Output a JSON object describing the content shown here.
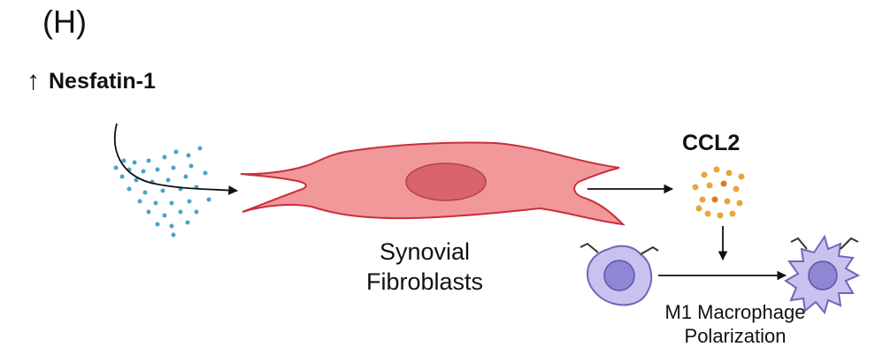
{
  "panel_label": "(H)",
  "stimulus": {
    "label": "Nesfatin-1",
    "arrow_glyph": "↑"
  },
  "cell": {
    "line1": "Synovial",
    "line2": "Fibroblasts"
  },
  "chemokine": {
    "label": "CCL2"
  },
  "outcome": {
    "line1": "M1 Macrophage",
    "line2": "Polarization"
  },
  "colors": {
    "fibroblast_body": "#f1989a",
    "fibroblast_outline": "#c9303a",
    "nucleus": "#d9646c",
    "dots_blue": "#4aa3c9",
    "ccl2_dots": "#e8a63a",
    "macrophage_body": "#c9c2ee",
    "macrophage_nucleus": "#8f86d4",
    "arrow": "#111111"
  }
}
